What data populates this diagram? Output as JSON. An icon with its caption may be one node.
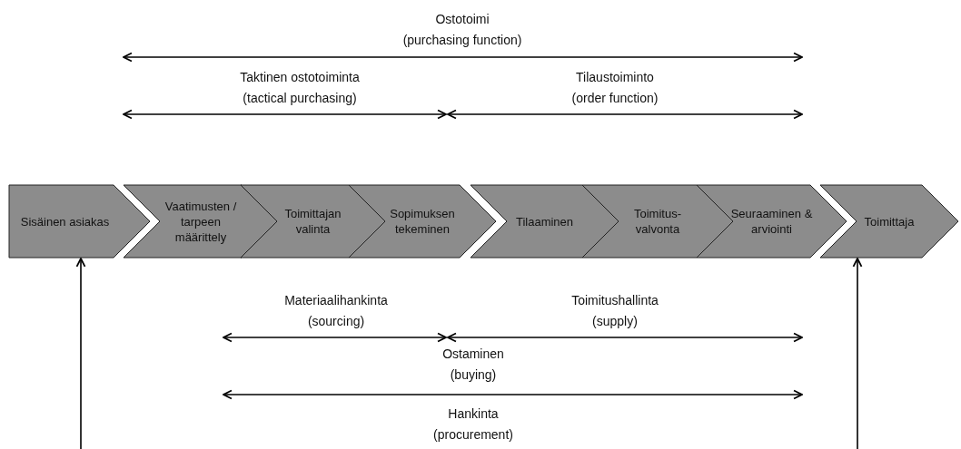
{
  "diagram": {
    "nodes": [
      {
        "text": [
          "Sisäinen asiakas"
        ]
      },
      {
        "text": [
          "Vaatimusten / tarpeen määrittely"
        ]
      },
      {
        "text": [
          "Toimittajan valinta"
        ]
      },
      {
        "text": [
          "Sopimuksen tekeminen"
        ]
      },
      {
        "text": [
          "Tilaaminen"
        ]
      },
      {
        "text": [
          "Toimitus- valvonta"
        ]
      },
      {
        "text": [
          "Seuraaminen & arviointi"
        ]
      },
      {
        "text": [
          "Toimittaja"
        ]
      }
    ],
    "edges": [
      {
        "from": null,
        "to": 0,
        "arrow": "to"
      },
      {
        "from": null,
        "to": 7,
        "arrow": "to"
      }
    ],
    "labels": [
      "Ostotoimi (purchasing function)",
      "Taktinen ostotoiminta (tactical purchasing)",
      "Tilaustoiminto (order function)",
      "Materiaalihankinta (sourcing)",
      "Toimitushallinta (supply)",
      "Ostaminen (buying)",
      "Hankinta (procurement)"
    ]
  }
}
